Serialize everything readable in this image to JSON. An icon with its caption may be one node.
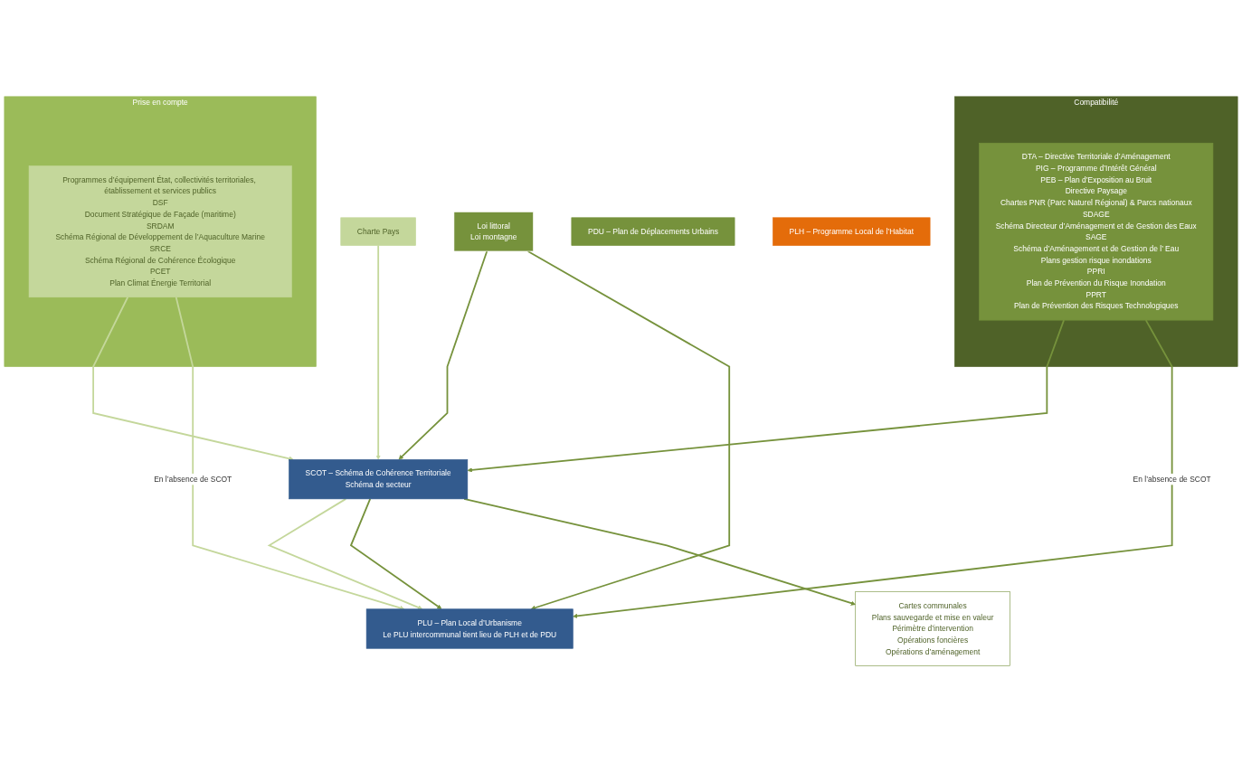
{
  "diagram": {
    "nodes": [
      {
        "text": [
          "Prise en compte"
        ]
      },
      {
        "text": [
          "Programmes d’équipement État, collectivités territoriales, établissement et services publics",
          "DSF",
          "Document Stratégique de Façade (maritime)",
          "SRDAM",
          "Schéma Régional de Développement de l’Aquaculture Marine",
          "SRCE",
          "Schéma Régional de Cohérence Écologique",
          "PCET",
          "Plan Climat Énergie Territorial"
        ],
        "in": 0
      },
      {
        "text": [
          "Charte Pays"
        ]
      },
      {
        "text": [
          "Compatibilité"
        ]
      },
      {
        "text": [
          "DTA – Directive Territoriale d’Aménagement",
          "PIG – Programme d’Intérêt Général",
          "PEB – Plan d’Exposition au Bruit",
          "Directive Paysage",
          "Chartes PNR (Parc Naturel Régional) & Parcs nationaux",
          "SDAGE",
          "Schéma Directeur d’Aménagement et de Gestion des Eaux",
          "SAGE",
          "Schéma d’Aménagement et de Gestion de l’ Eau",
          "Plans gestion risque inondations",
          "PPRI",
          "Plan de Prévention du Risque Inondation",
          "PPRT",
          "Plan de Prévention des Risques Technologiques"
        ],
        "in": 3
      },
      {
        "text": [
          "Loi littoral",
          "Loi montagne"
        ]
      },
      {
        "text": [
          "SCOT – Schéma de Cohérence Territoriale",
          "Schéma de secteur"
        ]
      },
      {
        "text": [
          "PDU – Plan de Déplacements Urbains"
        ]
      },
      {
        "text": [
          "PLH – Programme Local de l’Habitat"
        ]
      },
      {
        "text": [
          "Cartes communales",
          "Plans sauvegarde et mise en valeur",
          "Périmètre d’intervention",
          "Opérations foncières",
          "Opérations d’aménagement"
        ]
      },
      {
        "text": [
          "PLU – Plan Local d’Urbanisme",
          "Le PLU intercommunal tient lieu de PLH et de PDU"
        ]
      }
    ],
    "edges": [
      {
        "from": 2,
        "to": 6,
        "arrow": "to",
        "color": "#c4d79b"
      },
      {
        "from": 1,
        "to": 6,
        "arrow": "to",
        "color": "#c4d79b"
      },
      {
        "from": 4,
        "to": 6,
        "arrow": "to"
      },
      {
        "from": 5,
        "to": 6,
        "arrow": "to"
      },
      {
        "from": 1,
        "to": 10,
        "arrow": "to",
        "color": "#c4d79b",
        "label": "En l’absence de SCOT"
      },
      {
        "from": 6,
        "to": 10,
        "arrow": "to",
        "color": "#c4d79b"
      },
      {
        "from": 6,
        "to": 10,
        "arrow": "to"
      },
      {
        "from": 6,
        "to": 9,
        "arrow": "to"
      },
      {
        "from": 5,
        "to": 10,
        "arrow": "to"
      },
      {
        "from": 4,
        "to": 10,
        "arrow": "to",
        "label": "En l’absence de SCOT"
      }
    ]
  }
}
